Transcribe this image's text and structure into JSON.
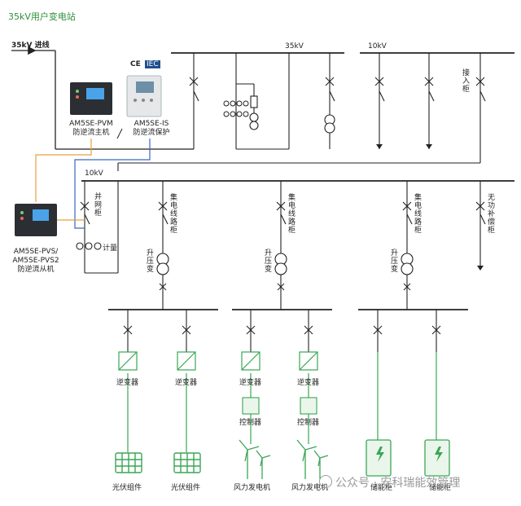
{
  "header": {
    "title": "35kV用户变电站"
  },
  "incoming": {
    "label": "35kV 进线"
  },
  "buses": {
    "b35": "35kV",
    "b10_top": "10kV",
    "b10_mid": "10kV"
  },
  "devices": {
    "pvm": {
      "model": "AM5SE-PVM",
      "desc": "防逆流主机"
    },
    "is": {
      "model": "AM5SE-IS",
      "desc": "防逆流保护"
    },
    "pvs": {
      "model": "AM5SE-PVS/\nAM5SE-PVS2",
      "desc": "防逆流从机"
    },
    "cert_ce": "CE",
    "cert_iec": "IEC"
  },
  "labels": {
    "grid_cabinet": "并网柜",
    "metering": "计量",
    "incoming_cabinet": "接入柜",
    "collector_line": "集电线路柜",
    "reactive_comp": "无功补偿柜",
    "step_up": "升压变",
    "inverter": "逆变器",
    "controller": "控制器",
    "pv_module": "光伏组件",
    "wind_gen": "风力发电机",
    "storage_cabinet": "储能柜"
  },
  "watermark": "公众号 · 安科瑞能效管理",
  "colors": {
    "title": "#2f8f3a",
    "green": "#3aa655",
    "orange": "#e5a13c",
    "blue": "#3a66c4",
    "line": "#222222"
  }
}
